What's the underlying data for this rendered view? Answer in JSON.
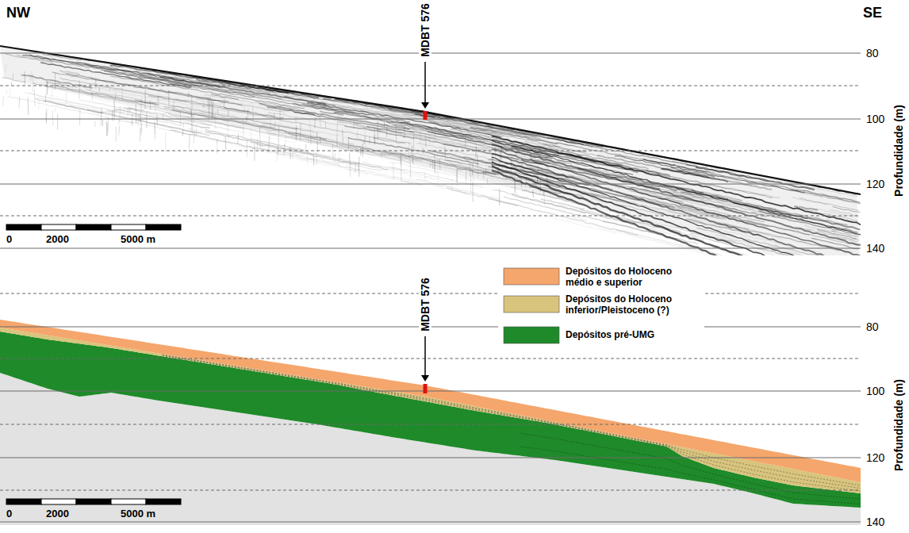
{
  "diagram": {
    "labels": [
      "NW",
      "SE",
      "MDBT 576",
      "80",
      "100",
      "120",
      "140",
      "Profundidade (m)",
      "0",
      "2000",
      "5000 m",
      "MDBT 576",
      "80",
      "100",
      "120",
      "140",
      "Profundidade (m)",
      "0",
      "2000",
      "5000 m"
    ],
    "legend": [
      {
        "text": "Depósitos do Holoceno médio e superior",
        "color": "#f5a66c"
      },
      {
        "text": "Depósitos do Holoceno inferior/Pleistoceno (?)",
        "color": "#d8c47c"
      },
      {
        "text": "Depósitos pré-UMG",
        "color": "#1f8a2a"
      }
    ]
  }
}
